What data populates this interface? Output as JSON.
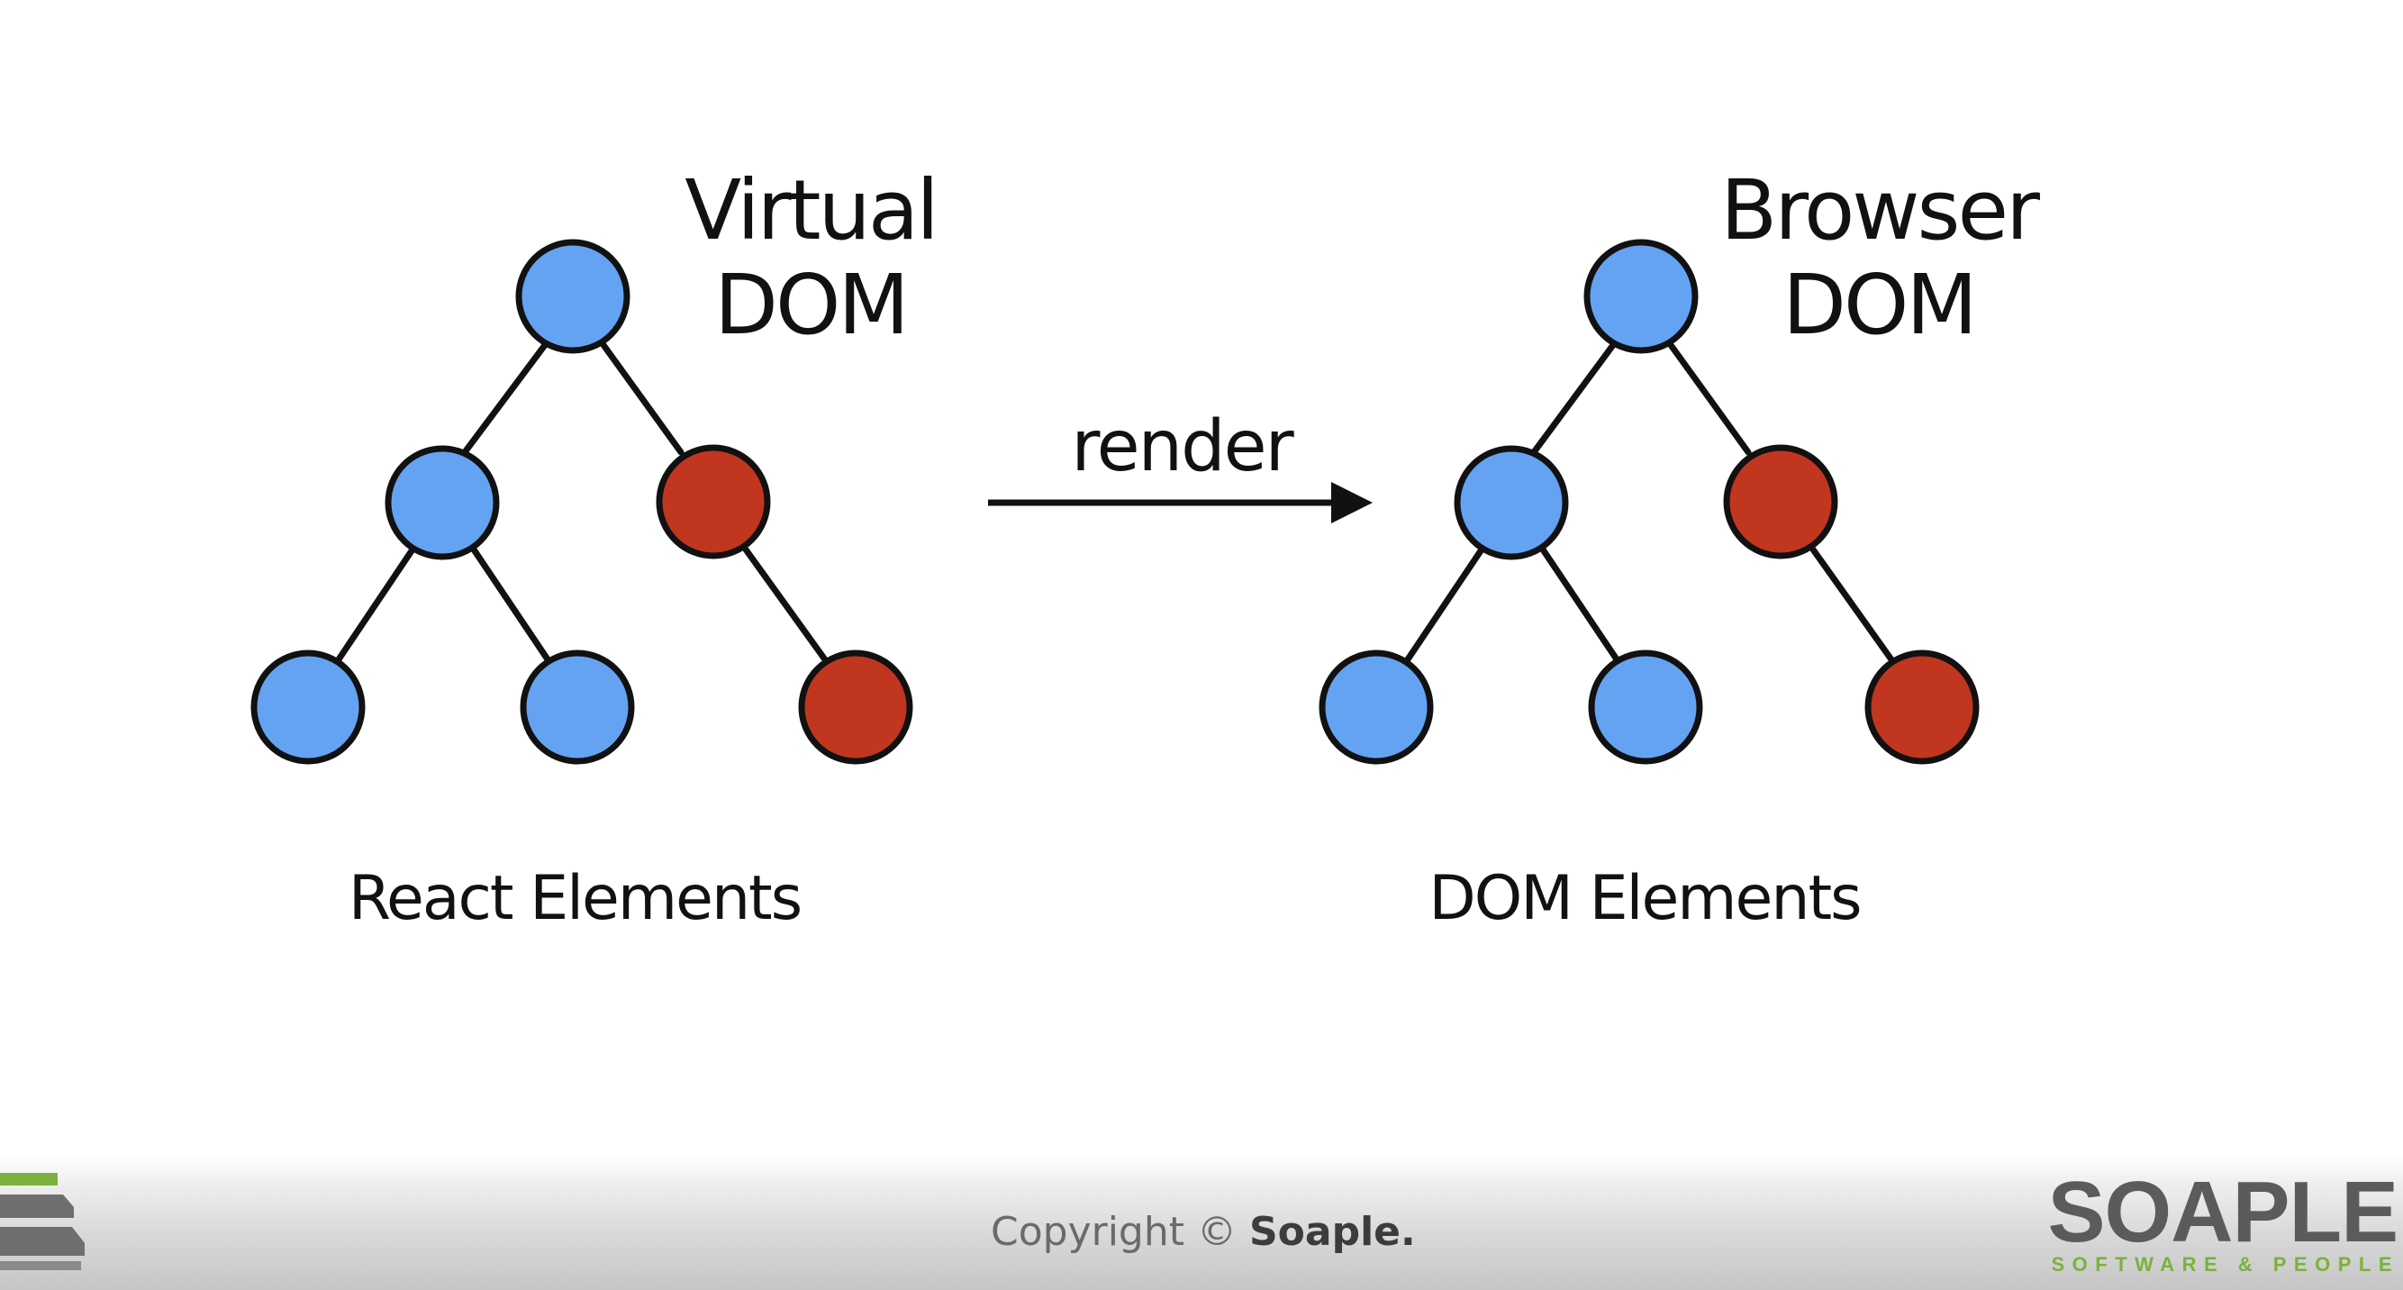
{
  "diagram": {
    "arrow_label": "render",
    "left_tree": {
      "title_line1": "Virtual",
      "title_line2": "DOM",
      "caption": "React Elements"
    },
    "right_tree": {
      "title_line1": "Browser",
      "title_line2": "DOM",
      "caption": "DOM Elements"
    },
    "node_colors": {
      "unchanged": "#64a3f2",
      "changed": "#c0361f"
    },
    "tree_structure": [
      {
        "id": "root",
        "state": "unchanged",
        "children": [
          "left-child",
          "right-child"
        ]
      },
      {
        "id": "left-child",
        "state": "unchanged",
        "children": [
          "left-left-leaf",
          "left-right-leaf"
        ]
      },
      {
        "id": "right-child",
        "state": "changed",
        "children": [
          "right-leaf"
        ]
      },
      {
        "id": "left-left-leaf",
        "state": "unchanged",
        "children": []
      },
      {
        "id": "left-right-leaf",
        "state": "unchanged",
        "children": []
      },
      {
        "id": "right-leaf",
        "state": "changed",
        "children": []
      }
    ]
  },
  "footer": {
    "copyright_prefix": "Copyright © ",
    "copyright_brand": "Soaple.",
    "logo_word": "SOAPLE",
    "logo_tagline": "SOFTWARE & PEOPLE",
    "accent_color": "#7ab13c"
  }
}
